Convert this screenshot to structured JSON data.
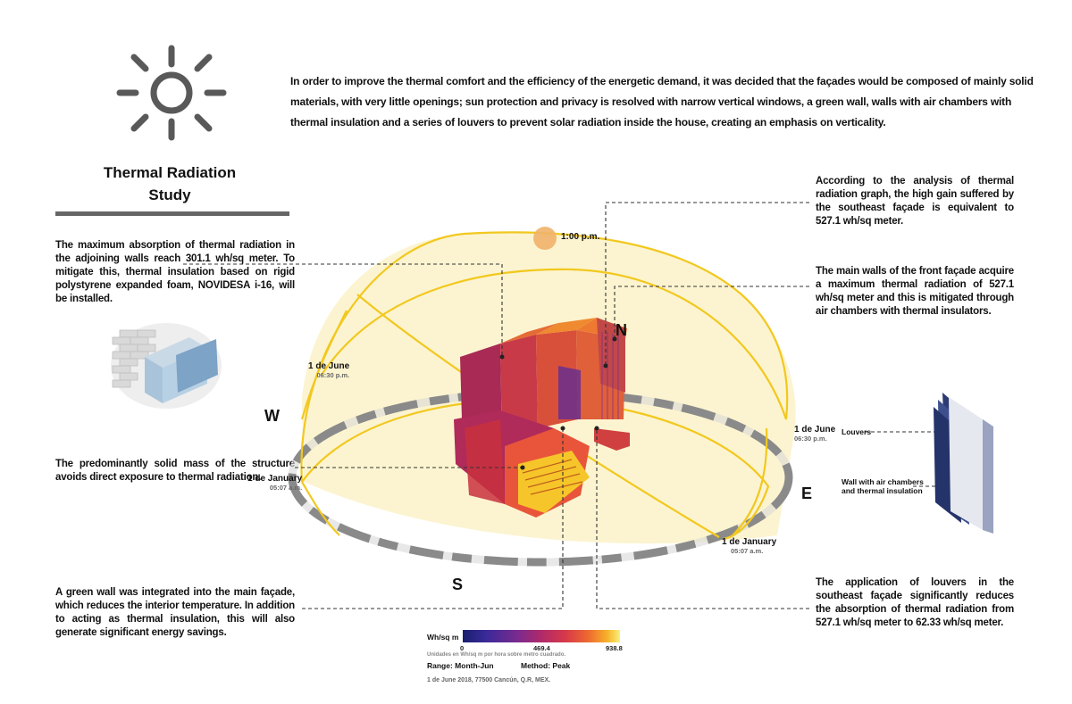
{
  "intro": "In order to improve the thermal comfort and the efficiency of the energetic demand, it was decided that the façades would be composed of mainly solid materials, with very little openings; sun protection and privacy is resolved with narrow vertical windows, a green wall, walls with air chambers with thermal insulation and a series of louvers to prevent solar radiation inside the house, creating an emphasis on verticality.",
  "title_line1": "Thermal Radiation",
  "title_line2": "Study",
  "notes": {
    "top_left": "The maximum absorption of thermal radiation in the adjoining walls reach 301.1 wh/sq meter. To mitigate this, thermal insulation based on rigid polystyrene expanded foam, NOVIDESA i-16, will be installed.",
    "mid_left": "The predominantly solid mass of the structure avoids direct exposure to thermal radiation.",
    "bottom_left": "A green wall was integrated into the main façade, which reduces the interior temperature. In addition to acting as thermal insulation, this will also generate significant energy savings.",
    "top_right": "According to the analysis of thermal radiation graph, the high gain suffered by the southeast façade is equivalent to 527.1 wh/sq meter.",
    "mid_right": "The main walls of the front façade acquire a maximum thermal radiation of 527.1 wh/sq meter and this is mitigated through air chambers with thermal insulators.",
    "bottom_right": "The application of louvers in the southeast façade significantly reduces the absorption of thermal radiation from 527.1 wh/sq meter to 62.33 wh/sq meter."
  },
  "sun_time": "1:00 p.m.",
  "compass": {
    "n": "N",
    "w": "W",
    "e": "E",
    "s": "S"
  },
  "sun_path_labels": {
    "june_left_date": "1 de June",
    "june_left_time": "06:30 p.m.",
    "jan_left_date": "1 de January",
    "jan_left_time": "05:07 a.m.",
    "june_right_date": "1 de June",
    "june_right_time": "06:30 p.m.",
    "jan_right_date": "1 de January",
    "jan_right_time": "05:07 a.m."
  },
  "detail_labels": {
    "louvers": "Louvers",
    "wall_line1": "Wall with air chambers",
    "wall_line2": "and thermal insulation"
  },
  "legend": {
    "unit": "Wh/sq m",
    "min": "0",
    "mid": "469.4",
    "max": "938.8",
    "subtitle": "Unidades en Wh/sq m por hora sobre metro cuadrado.",
    "range": "Range: Month-Jun",
    "method": "Method: Peak",
    "footer": "1 de June 2018, 77500 Cancún, Q.R, MEX."
  },
  "colors": {
    "sun_path": "#f2c81f",
    "dome_fill": "#fbf0c0",
    "ring": "#8a8a8a",
    "sun": "#f0b26a",
    "leader": "#333333"
  }
}
